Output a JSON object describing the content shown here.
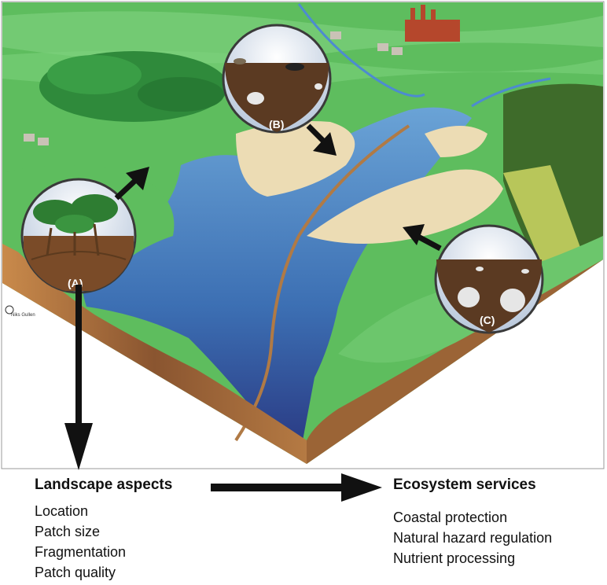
{
  "circles": {
    "a": "(A)",
    "b": "(B)",
    "c": "(C)"
  },
  "credit": "Niks Gullen",
  "left_column": {
    "title": "Landscape aspects",
    "items": [
      "Location",
      "Patch size",
      "Fragmentation",
      "Patch quality"
    ]
  },
  "right_column": {
    "title": "Ecosystem services",
    "items": [
      "Coastal protection",
      "Natural hazard regulation",
      "Nutrient processing"
    ]
  },
  "colors": {
    "grass": "#5cb85c",
    "grass_dark": "#3f8f3f",
    "water": "#3d78b8",
    "water_deep": "#30418c",
    "sand": "#e9d8b0",
    "soil": "#a76f3a",
    "arrow": "#111111"
  }
}
